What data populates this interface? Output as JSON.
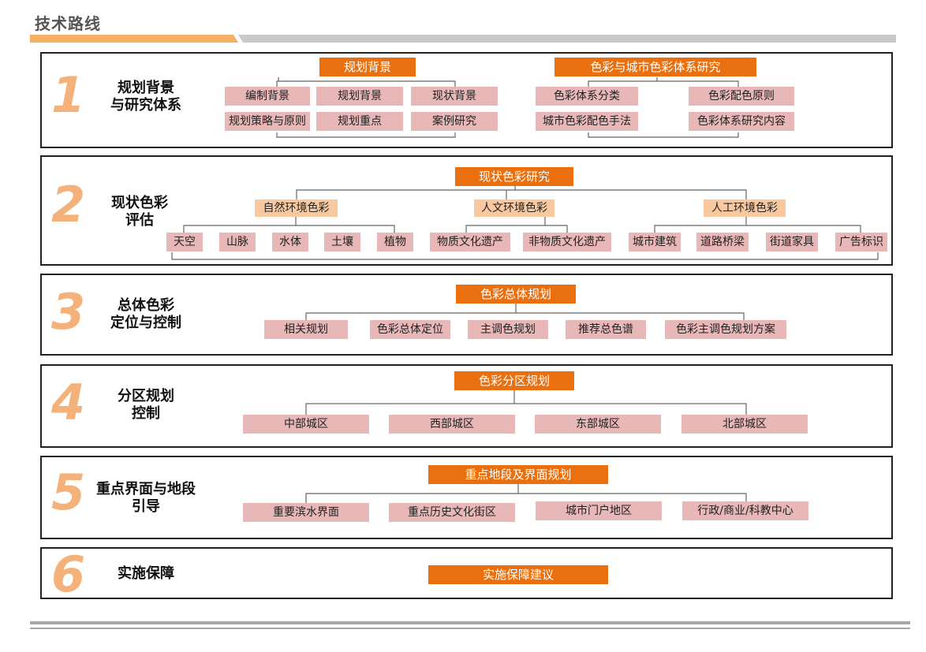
{
  "page": {
    "title": "技术路线"
  },
  "sections": [
    {
      "num": "1",
      "title": [
        "规划背景",
        "与研究体系"
      ],
      "groups": [
        {
          "header": "规划背景",
          "items": [
            "编制背景",
            "规划背景",
            "现状背景",
            "规划策略与原则",
            "规划重点",
            "案例研究"
          ]
        },
        {
          "header": "色彩与城市色彩体系研究",
          "items": [
            "色彩体系分类",
            "色彩配色原则",
            "城市色彩配色手法",
            "色彩体系研究内容"
          ]
        }
      ]
    },
    {
      "num": "2",
      "title": [
        "现状色彩",
        "评估"
      ],
      "header": "现状色彩研究",
      "subgroups": [
        {
          "label": "自然环境色彩",
          "items": [
            "天空",
            "山脉",
            "水体",
            "土壤",
            "植物"
          ]
        },
        {
          "label": "人文环境色彩",
          "items": [
            "物质文化遗产",
            "非物质文化遗产"
          ]
        },
        {
          "label": "人工环境色彩",
          "items": [
            "城市建筑",
            "道路桥梁",
            "街道家具",
            "广告标识"
          ]
        }
      ]
    },
    {
      "num": "3",
      "title": [
        "总体色彩",
        "定位与控制"
      ],
      "header": "色彩总体规划",
      "items": [
        "相关规划",
        "色彩总体定位",
        "主调色规划",
        "推荐总色谱",
        "色彩主调色规划方案"
      ]
    },
    {
      "num": "4",
      "title": [
        "分区规划",
        "控制"
      ],
      "header": "色彩分区规划",
      "items": [
        "中部城区",
        "西部城区",
        "东部城区",
        "北部城区"
      ]
    },
    {
      "num": "5",
      "title": [
        "重点界面与地段",
        "引导"
      ],
      "header": "重点地段及界面规划",
      "items": [
        "重要滨水界面",
        "重点历史文化街区",
        "城市门户地区",
        "行政/商业/科教中心"
      ]
    },
    {
      "num": "6",
      "title": [
        "实施保障"
      ],
      "header": "实施保障建议"
    }
  ],
  "colors": {
    "header_fill": "#EA700F",
    "item_fill": "#E8B7B7",
    "subgroup_fill": "#F8C9A0",
    "number_color": "#F4B27A"
  }
}
